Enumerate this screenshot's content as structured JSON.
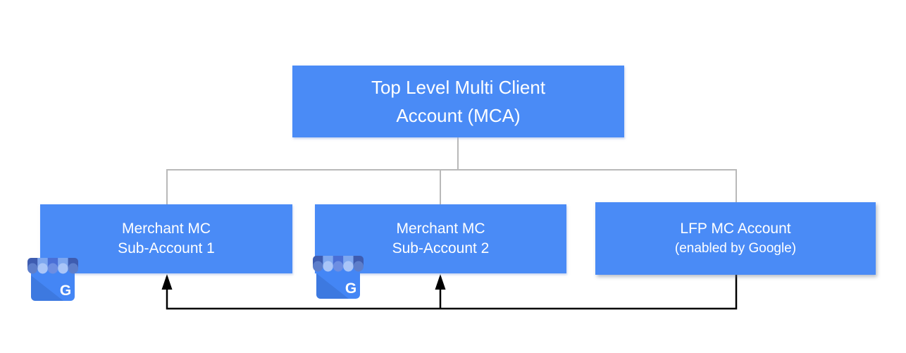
{
  "diagram": {
    "nodes": [
      {
        "id": "mca",
        "line1": "Top Level Multi Client",
        "line2": "Account (MCA)"
      },
      {
        "id": "sub1",
        "line1": "Merchant MC",
        "line2": "Sub-Account 1"
      },
      {
        "id": "sub2",
        "line1": "Merchant MC",
        "line2": "Sub-Account 2"
      },
      {
        "id": "lfp",
        "line1": "LFP MC Account",
        "line2": "(enabled by Google)"
      }
    ],
    "icon": {
      "name": "google-business-storefront",
      "letter": "G"
    },
    "colors": {
      "node_fill": "#4a8bf6",
      "node_text": "#ffffff",
      "tree_line": "#b9b9b9",
      "arrow_line": "#000000",
      "icon_body": "#4486f5",
      "icon_awning_dark": "#3e5cb0",
      "icon_awning_mid": "#4a6fd6",
      "icon_awning_light": "#7ea7ef",
      "icon_scallop_dark": "#5d7ecb",
      "icon_scallop_mid": "#6d8ee2",
      "icon_scallop_light": "#a9c5f8",
      "icon_letter": "#ffffff"
    }
  }
}
